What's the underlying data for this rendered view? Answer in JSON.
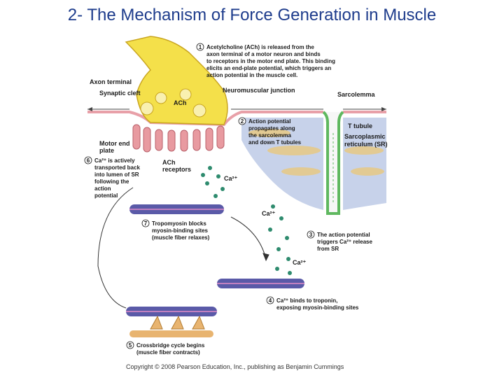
{
  "title": "2- The Mechanism of Force Generation in Muscle",
  "labels": {
    "axon_terminal": "Axon terminal",
    "synaptic_cleft": "Synaptic cleft",
    "ach": "ACh",
    "neuromuscular_junction": "Neuromuscular junction",
    "sarcolemma": "Sarcolemma",
    "t_tubule": "T tubule",
    "sr": [
      "Sarcoplasmic",
      "reticulum (SR)"
    ],
    "motor_end_plate": [
      "Motor end",
      "plate"
    ],
    "ach_receptors": [
      "ACh",
      "receptors"
    ],
    "ca_1": "Ca²⁺",
    "ca_2": "Ca²⁺",
    "ca_3": "Ca²⁺"
  },
  "steps": [
    {
      "num": "1",
      "lines": [
        "Acetylcholine (ACh) is released from the",
        "axon terminal of a motor neuron and binds",
        "to receptors in the motor end plate. This binding",
        "elicits an end-plate potential, which triggers an",
        "action potential in the muscle cell."
      ]
    },
    {
      "num": "2",
      "lines": [
        "Action potential",
        "propagates along",
        "the sarcolemma",
        "and down T tubules"
      ]
    },
    {
      "num": "3",
      "lines": [
        "The action potential",
        "triggers Ca²⁺ release",
        "from SR"
      ]
    },
    {
      "num": "4",
      "lines": [
        "Ca²⁺ binds to troponin,",
        "exposing myosin-binding sites"
      ]
    },
    {
      "num": "5",
      "lines": [
        "Crossbridge cycle begins",
        "(muscle fiber contracts)"
      ]
    },
    {
      "num": "6",
      "lines": [
        "Ca²⁺ is actively",
        "transported back",
        "into lumen of SR",
        "following the",
        "action",
        "potential"
      ]
    },
    {
      "num": "7",
      "lines": [
        "Tropomyosin blocks",
        "myosin-binding sites",
        "(muscle fiber relaxes)"
      ]
    }
  ],
  "copyright": "Copyright © 2008 Pearson Education, Inc., publishing as Benjamin Cummings",
  "colors": {
    "title": "#1e3c8c",
    "axon": "#f4e04a",
    "membrane": "#e89aa0",
    "tubule": "#5fb85f",
    "sr": "#a9b8d8",
    "filament": "#5a5aa8",
    "myosin": "#e8b470",
    "calcium": "#2e8b6e"
  }
}
